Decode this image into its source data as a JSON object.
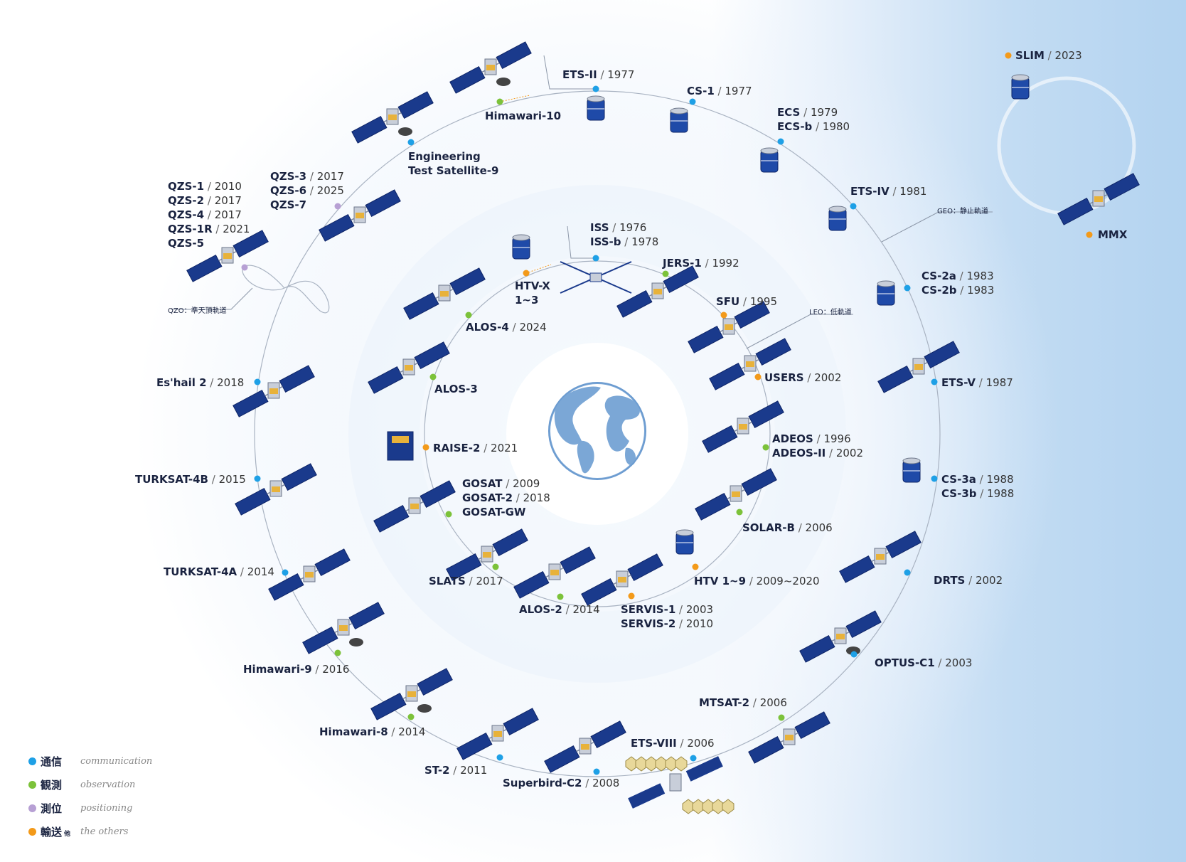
{
  "colors": {
    "communication": "#1ea0e6",
    "observation": "#7cc23a",
    "positioning": "#b7a0d4",
    "others": "#f39a1a",
    "panel": "#1a3a8c",
    "orbit": "#aab4c4"
  },
  "legend": [
    {
      "jp": "通信",
      "en": "communication",
      "category": "communication"
    },
    {
      "jp": "観測",
      "en": "observation",
      "category": "observation"
    },
    {
      "jp": "測位",
      "en": "positioning",
      "category": "positioning"
    },
    {
      "jp": "輸送",
      "suffix": "他",
      "en": "the others",
      "category": "others"
    }
  ],
  "orbit_labels": {
    "geo": "GEO：静止軌道",
    "leo": "LEO：低軌道",
    "qzo": "QZO：準天頂軌道"
  },
  "satellites": [
    {
      "id": "himawari10",
      "lines": [
        {
          "name": "Himawari-10"
        }
      ],
      "category": "observation"
    },
    {
      "id": "ets2",
      "lines": [
        {
          "name": "ETS-II",
          "year": "1977"
        }
      ],
      "category": "communication"
    },
    {
      "id": "cs1",
      "lines": [
        {
          "name": "CS-1",
          "year": "1977"
        }
      ],
      "category": "communication"
    },
    {
      "id": "ecs",
      "lines": [
        {
          "name": "ECS",
          "year": "1979"
        },
        {
          "name": "ECS-b",
          "year": "1980"
        }
      ],
      "category": "communication"
    },
    {
      "id": "ets4",
      "lines": [
        {
          "name": "ETS-IV",
          "year": "1981"
        }
      ],
      "category": "communication"
    },
    {
      "id": "cs2",
      "lines": [
        {
          "name": "CS-2a",
          "year": "1983"
        },
        {
          "name": "CS-2b",
          "year": "1983"
        }
      ],
      "category": "communication"
    },
    {
      "id": "ets5",
      "lines": [
        {
          "name": "ETS-V",
          "year": "1987"
        }
      ],
      "category": "communication"
    },
    {
      "id": "cs3",
      "lines": [
        {
          "name": "CS-3a",
          "year": "1988"
        },
        {
          "name": "CS-3b",
          "year": "1988"
        }
      ],
      "category": "communication"
    },
    {
      "id": "drts",
      "lines": [
        {
          "name": "DRTS",
          "year": "2002"
        }
      ],
      "category": "communication"
    },
    {
      "id": "optus",
      "lines": [
        {
          "name": "OPTUS-C1",
          "year": "2003"
        }
      ],
      "category": "communication"
    },
    {
      "id": "mtsat2",
      "lines": [
        {
          "name": "MTSAT-2",
          "year": "2006"
        }
      ],
      "category": "observation"
    },
    {
      "id": "ets8",
      "lines": [
        {
          "name": "ETS-VIII",
          "year": "2006"
        }
      ],
      "category": "communication"
    },
    {
      "id": "superbird",
      "lines": [
        {
          "name": "Superbird-C2",
          "year": "2008"
        }
      ],
      "category": "communication"
    },
    {
      "id": "st2",
      "lines": [
        {
          "name": "ST-2",
          "year": "2011"
        }
      ],
      "category": "communication"
    },
    {
      "id": "himawari8",
      "lines": [
        {
          "name": "Himawari-8",
          "year": "2014"
        }
      ],
      "category": "observation"
    },
    {
      "id": "himawari9",
      "lines": [
        {
          "name": "Himawari-9",
          "year": "2016"
        }
      ],
      "category": "observation"
    },
    {
      "id": "turksat4a",
      "lines": [
        {
          "name": "TURKSAT-4A",
          "year": "2014"
        }
      ],
      "category": "communication"
    },
    {
      "id": "turksat4b",
      "lines": [
        {
          "name": "TURKSAT-4B",
          "year": "2015"
        }
      ],
      "category": "communication"
    },
    {
      "id": "eshail",
      "lines": [
        {
          "name": "Es'hail 2",
          "year": "2018"
        }
      ],
      "category": "communication"
    },
    {
      "id": "qzs1",
      "lines": [
        {
          "name": "QZS-1",
          "year": "2010"
        },
        {
          "name": "QZS-2",
          "year": "2017"
        },
        {
          "name": "QZS-4",
          "year": "2017"
        },
        {
          "name": "QZS-1R",
          "year": "2021"
        },
        {
          "name": "QZS-5"
        }
      ],
      "category": "positioning"
    },
    {
      "id": "qzs3",
      "lines": [
        {
          "name": "QZS-3",
          "year": "2017"
        },
        {
          "name": "QZS-6",
          "year": "2025"
        },
        {
          "name": "QZS-7"
        }
      ],
      "category": "positioning"
    },
    {
      "id": "ets9",
      "lines": [
        {
          "name": "Engineering"
        },
        {
          "name": "Test Satellite-9"
        }
      ],
      "category": "communication"
    },
    {
      "id": "iss",
      "lines": [
        {
          "name": "ISS",
          "year": "1976"
        },
        {
          "name": "ISS-b",
          "year": "1978"
        }
      ],
      "category": "communication"
    },
    {
      "id": "jers1",
      "lines": [
        {
          "name": "JERS-1",
          "year": "1992"
        }
      ],
      "category": "observation"
    },
    {
      "id": "sfu",
      "lines": [
        {
          "name": "SFU",
          "year": "1995"
        }
      ],
      "category": "others"
    },
    {
      "id": "users",
      "lines": [
        {
          "name": "USERS",
          "year": "2002"
        }
      ],
      "category": "others"
    },
    {
      "id": "adeos",
      "lines": [
        {
          "name": "ADEOS",
          "year": "1996"
        },
        {
          "name": "ADEOS-II",
          "year": "2002"
        }
      ],
      "category": "observation"
    },
    {
      "id": "solarb",
      "lines": [
        {
          "name": "SOLAR-B",
          "year": "2006"
        }
      ],
      "category": "observation"
    },
    {
      "id": "htv",
      "lines": [
        {
          "name": "HTV 1~9",
          "year": "2009~2020"
        }
      ],
      "category": "others"
    },
    {
      "id": "servis",
      "lines": [
        {
          "name": "SERVIS-1",
          "year": "2003"
        },
        {
          "name": "SERVIS-2",
          "year": "2010"
        }
      ],
      "category": "others"
    },
    {
      "id": "alos2",
      "lines": [
        {
          "name": "ALOS-2",
          "year": "2014"
        }
      ],
      "category": "observation"
    },
    {
      "id": "slats",
      "lines": [
        {
          "name": "SLATS",
          "year": "2017"
        }
      ],
      "category": "observation"
    },
    {
      "id": "gosat",
      "lines": [
        {
          "name": "GOSAT",
          "year": "2009"
        },
        {
          "name": "GOSAT-2",
          "year": "2018"
        },
        {
          "name": "GOSAT-GW"
        }
      ],
      "category": "observation"
    },
    {
      "id": "raise2",
      "lines": [
        {
          "name": "RAISE-2",
          "year": "2021"
        }
      ],
      "category": "others"
    },
    {
      "id": "alos3",
      "lines": [
        {
          "name": "ALOS-3"
        }
      ],
      "category": "observation"
    },
    {
      "id": "alos4",
      "lines": [
        {
          "name": "ALOS-4",
          "year": "2024"
        }
      ],
      "category": "observation"
    },
    {
      "id": "htvx",
      "lines": [
        {
          "name": "HTV-X"
        },
        {
          "name": "1~3"
        }
      ],
      "category": "others"
    },
    {
      "id": "slim",
      "lines": [
        {
          "name": "SLIM",
          "year": "2023"
        }
      ],
      "category": "others"
    },
    {
      "id": "mmx",
      "lines": [
        {
          "name": "MMX"
        }
      ],
      "category": "others"
    }
  ]
}
